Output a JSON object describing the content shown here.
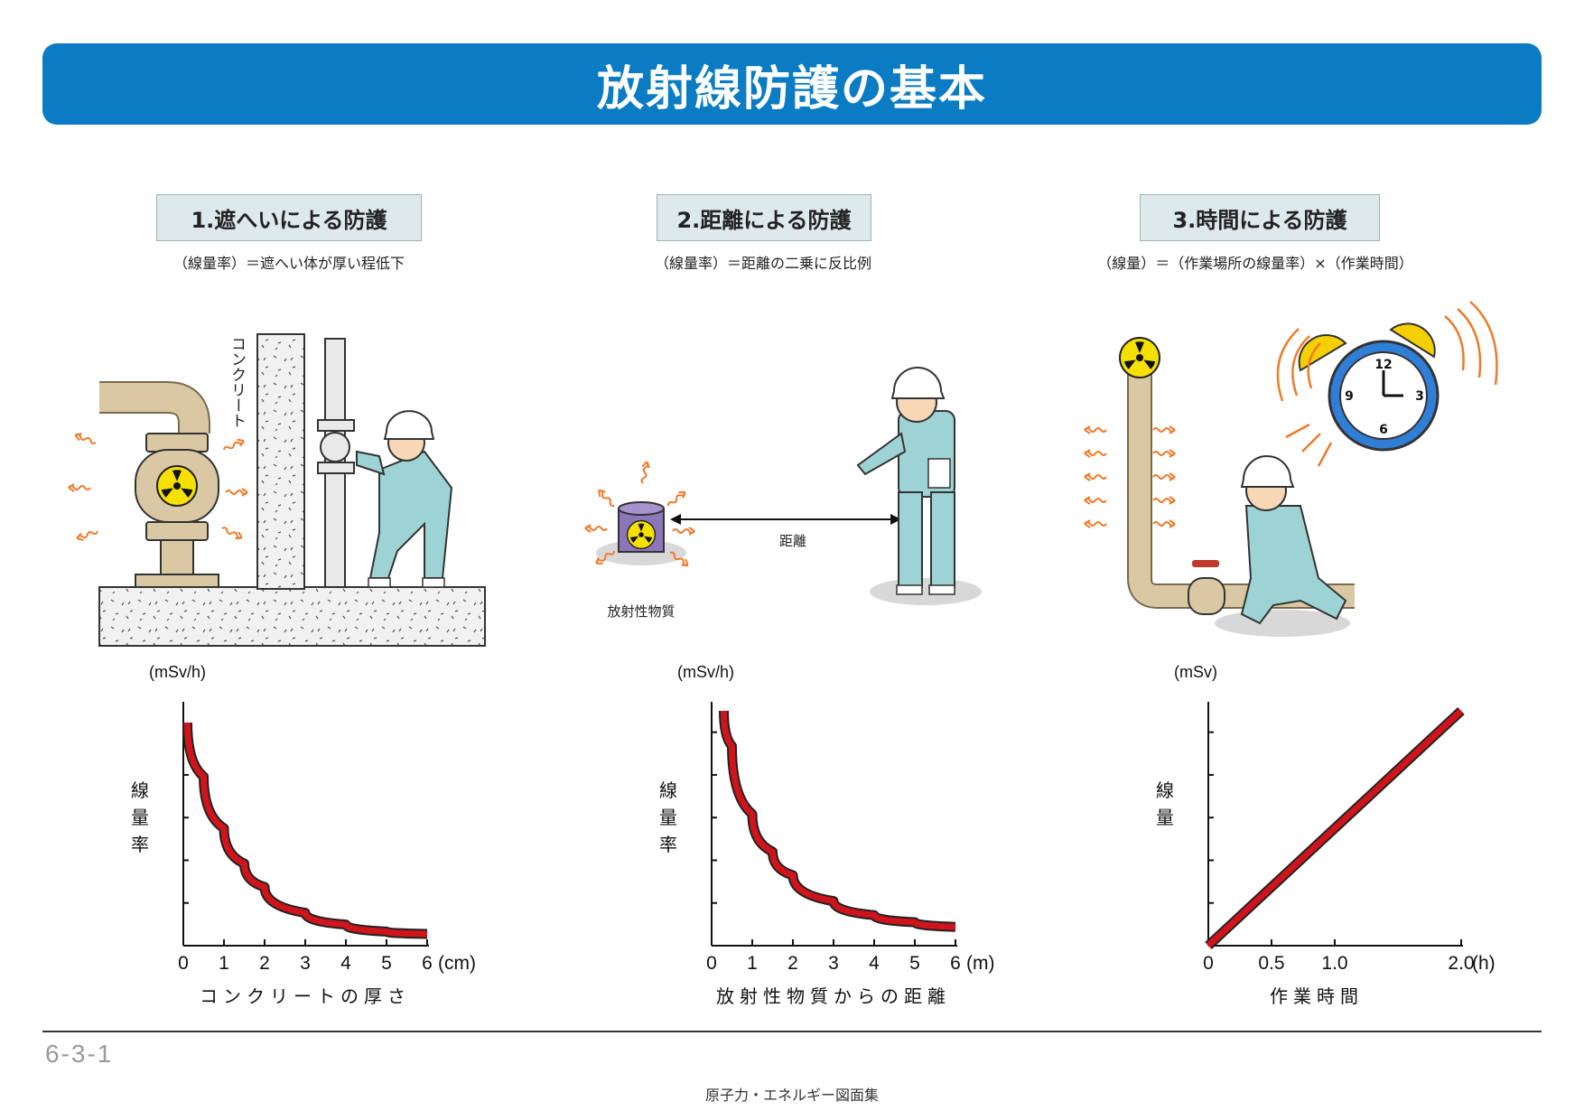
{
  "title": "放射線防護の基本",
  "panels": [
    {
      "heading": "1.遮へいによる防護",
      "formula": "（線量率）＝遮へい体が厚い程低下",
      "labels": {
        "concrete": "コンクリート"
      }
    },
    {
      "heading": "2.距離による防護",
      "formula": "（線量率）＝距離の二乗に反比例",
      "labels": {
        "distance": "距離",
        "source": "放射性物質"
      }
    },
    {
      "heading": "3.時間による防護",
      "formula": "（線量）＝（作業場所の線量率）×（作業時間）",
      "labels": {
        "clock_12": "12",
        "clock_3": "3",
        "clock_6": "6",
        "clock_9": "9"
      }
    }
  ],
  "chart_data": [
    {
      "type": "line",
      "unit": "(mSv/h)",
      "ylabel": "線量率",
      "xlabel": "コンクリートの厚さ",
      "x_unit": "(cm)",
      "x_ticks": [
        "0",
        "1",
        "2",
        "3",
        "4",
        "5",
        "6"
      ],
      "curve": "decreasing",
      "x": [
        0.1,
        0.5,
        1,
        1.5,
        2,
        3,
        4,
        5,
        6
      ],
      "y": [
        9.5,
        7.2,
        5.0,
        3.5,
        2.5,
        1.4,
        0.9,
        0.6,
        0.5
      ]
    },
    {
      "type": "line",
      "unit": "(mSv/h)",
      "ylabel": "線量率",
      "xlabel": "放射性物質からの距離",
      "x_unit": "(m)",
      "x_ticks": [
        "0",
        "1",
        "2",
        "3",
        "4",
        "5",
        "6"
      ],
      "curve": "decreasing",
      "x": [
        0.3,
        0.5,
        1,
        1.5,
        2,
        3,
        4,
        5,
        6
      ],
      "y": [
        10,
        8.5,
        5.6,
        4.0,
        3.0,
        1.9,
        1.3,
        1.0,
        0.8
      ]
    },
    {
      "type": "line",
      "unit": "(mSv)",
      "ylabel": "線量",
      "xlabel": "作業時間",
      "x_unit": "(h)",
      "x_ticks": [
        "0",
        "0.5",
        "1.0",
        "2.0"
      ],
      "curve": "linear",
      "x": [
        0,
        2.0
      ],
      "y": [
        0,
        10
      ]
    }
  ],
  "footer": {
    "page_number": "6-3-1",
    "publication": "原子力・エネルギー図面集"
  },
  "colors": {
    "banner": "#0b7cc4",
    "curve": "#d0141b",
    "pipe": "#d9c8a3",
    "suit": "#9ed3d6",
    "wave": "#f07a2a",
    "hazard": "#f5e000"
  }
}
